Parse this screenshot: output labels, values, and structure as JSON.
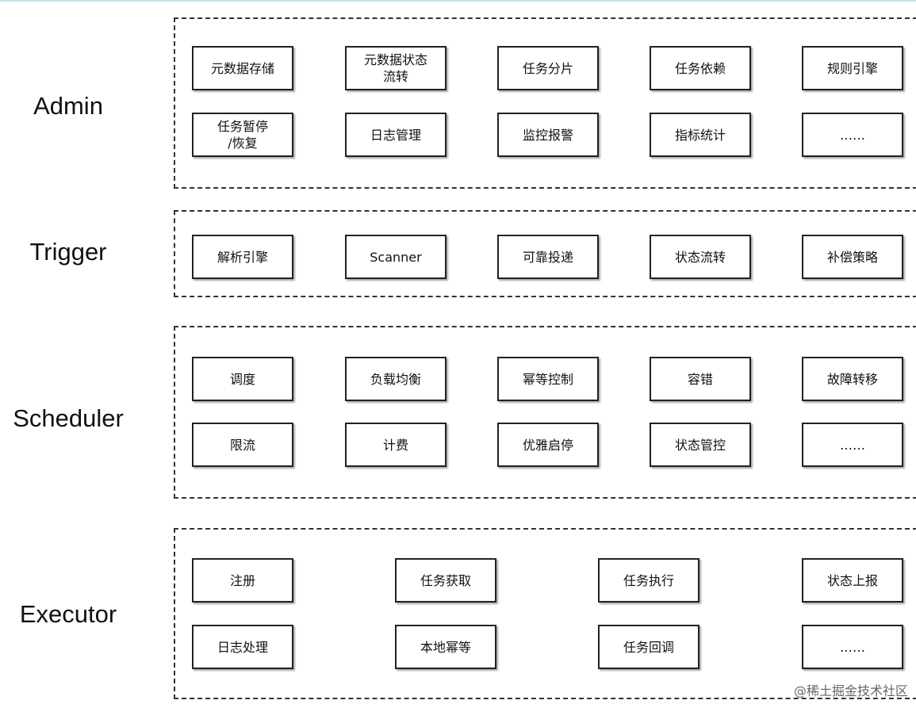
{
  "layers": [
    {
      "name": "Admin",
      "rows": [
        [
          "元数据存储",
          "元数据状态\n流转",
          "任务分片",
          "任务依赖",
          "规则引擎"
        ],
        [
          "任务暂停\n/恢复",
          "日志管理",
          "监控报警",
          "指标统计",
          "……"
        ]
      ]
    },
    {
      "name": "Trigger",
      "rows": [
        [
          "解析引擎",
          "Scanner",
          "可靠投递",
          "状态流转",
          "补偿策略"
        ]
      ]
    },
    {
      "name": "Scheduler",
      "rows": [
        [
          "调度",
          "负载均衡",
          "幂等控制",
          "容错",
          "故障转移"
        ],
        [
          "限流",
          "计费",
          "优雅启停",
          "状态管控",
          "……"
        ]
      ]
    },
    {
      "name": "Executor",
      "rows": [
        [
          "注册",
          "任务获取",
          "任务执行",
          "状态上报"
        ],
        [
          "日志处理",
          "本地幂等",
          "任务回调",
          "……"
        ]
      ]
    }
  ],
  "watermark": "@稀土掘金技术社区"
}
